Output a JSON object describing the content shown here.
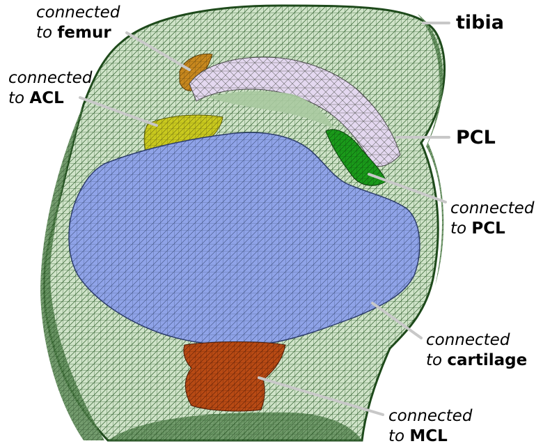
{
  "labels": {
    "tibia": "tibia",
    "pcl": "PCL",
    "femur": {
      "prefix": "connected",
      "to": "to",
      "target": "femur"
    },
    "acl": {
      "prefix": "connected",
      "to": "to",
      "target": "ACL"
    },
    "pcl_conn": {
      "prefix": "connected",
      "to": "to",
      "target": "PCL"
    },
    "cartilage": {
      "prefix": "connected",
      "to": "to",
      "target": "cartilage"
    },
    "mcl": {
      "prefix": "connected",
      "to": "to",
      "target": "MCL"
    }
  },
  "colors": {
    "mesh_green": "#3e6e3a",
    "mesh_pale": "#cfe3c8",
    "cartilage_blue": "#8fa3e8",
    "femur_orange": "#c8881e",
    "acl_yellow": "#c9c91e",
    "pcl_green": "#1a9a1a",
    "mcl_red": "#b84a14",
    "ligament_lilac": "#ddd0ec",
    "leader_gray": "#c8c8c8"
  }
}
